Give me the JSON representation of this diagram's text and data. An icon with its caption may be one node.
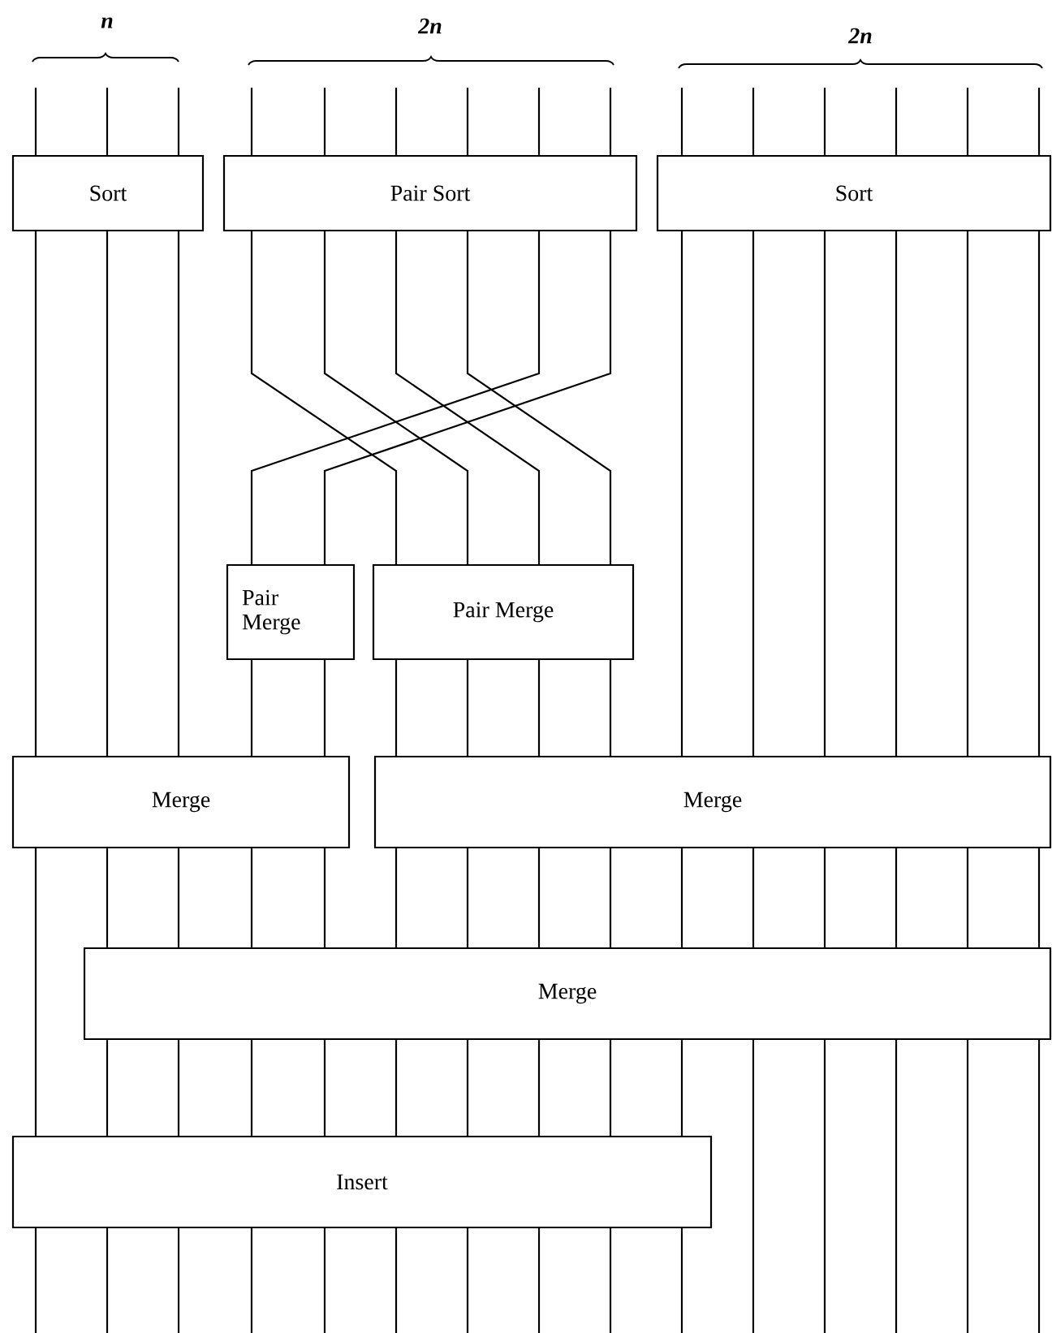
{
  "diagram": {
    "nodes": [
      {
        "text": [
          "Sort"
        ]
      },
      {
        "text": [
          "Pair Sort"
        ]
      },
      {
        "text": [
          "Sort"
        ]
      },
      {
        "text": [
          "Pair Merge"
        ]
      },
      {
        "text": [
          "Pair Merge"
        ]
      },
      {
        "text": [
          "Merge"
        ]
      },
      {
        "text": [
          "Merge"
        ]
      },
      {
        "text": [
          "Merge"
        ]
      },
      {
        "text": [
          "Insert"
        ]
      }
    ],
    "edges": [
      {
        "from": null,
        "to": 0,
        "arrow": "none"
      },
      {
        "from": null,
        "to": 0,
        "arrow": "none"
      },
      {
        "from": null,
        "to": 0,
        "arrow": "none"
      },
      {
        "from": null,
        "to": 1,
        "arrow": "none"
      },
      {
        "from": null,
        "to": 1,
        "arrow": "none"
      },
      {
        "from": null,
        "to": 1,
        "arrow": "none"
      },
      {
        "from": null,
        "to": 1,
        "arrow": "none"
      },
      {
        "from": null,
        "to": 1,
        "arrow": "none"
      },
      {
        "from": null,
        "to": 1,
        "arrow": "none"
      },
      {
        "from": null,
        "to": 2,
        "arrow": "none"
      },
      {
        "from": null,
        "to": 2,
        "arrow": "none"
      },
      {
        "from": null,
        "to": 2,
        "arrow": "none"
      },
      {
        "from": null,
        "to": 2,
        "arrow": "none"
      },
      {
        "from": null,
        "to": 2,
        "arrow": "none"
      },
      {
        "from": null,
        "to": 2,
        "arrow": "none"
      },
      {
        "from": 0,
        "to": 5,
        "arrow": "none"
      },
      {
        "from": 0,
        "to": 5,
        "arrow": "none"
      },
      {
        "from": 0,
        "to": 5,
        "arrow": "none"
      },
      {
        "from": 1,
        "to": 3,
        "arrow": "none"
      },
      {
        "from": 1,
        "to": 3,
        "arrow": "none"
      },
      {
        "from": 1,
        "to": 4,
        "arrow": "none"
      },
      {
        "from": 1,
        "to": 4,
        "arrow": "none"
      },
      {
        "from": 1,
        "to": 4,
        "arrow": "none"
      },
      {
        "from": 1,
        "to": 4,
        "arrow": "none"
      },
      {
        "from": 3,
        "to": 5,
        "arrow": "none"
      },
      {
        "from": 3,
        "to": 5,
        "arrow": "none"
      },
      {
        "from": 4,
        "to": 6,
        "arrow": "none"
      },
      {
        "from": 4,
        "to": 6,
        "arrow": "none"
      },
      {
        "from": 4,
        "to": 6,
        "arrow": "none"
      },
      {
        "from": 4,
        "to": 6,
        "arrow": "none"
      },
      {
        "from": 2,
        "to": 6,
        "arrow": "none"
      },
      {
        "from": 2,
        "to": 6,
        "arrow": "none"
      },
      {
        "from": 2,
        "to": 6,
        "arrow": "none"
      },
      {
        "from": 2,
        "to": 6,
        "arrow": "none"
      },
      {
        "from": 2,
        "to": 6,
        "arrow": "none"
      },
      {
        "from": 2,
        "to": 6,
        "arrow": "none"
      },
      {
        "from": 5,
        "to": 8,
        "arrow": "none"
      },
      {
        "from": 5,
        "to": 7,
        "arrow": "none"
      },
      {
        "from": 5,
        "to": 7,
        "arrow": "none"
      },
      {
        "from": 5,
        "to": 7,
        "arrow": "none"
      },
      {
        "from": 5,
        "to": 7,
        "arrow": "none"
      },
      {
        "from": 6,
        "to": 7,
        "arrow": "none"
      },
      {
        "from": 6,
        "to": 7,
        "arrow": "none"
      },
      {
        "from": 6,
        "to": 7,
        "arrow": "none"
      },
      {
        "from": 6,
        "to": 7,
        "arrow": "none"
      },
      {
        "from": 6,
        "to": 7,
        "arrow": "none"
      },
      {
        "from": 6,
        "to": 7,
        "arrow": "none"
      },
      {
        "from": 6,
        "to": 7,
        "arrow": "none"
      },
      {
        "from": 6,
        "to": 7,
        "arrow": "none"
      },
      {
        "from": 6,
        "to": 7,
        "arrow": "none"
      },
      {
        "from": 6,
        "to": 7,
        "arrow": "none"
      },
      {
        "from": 7,
        "to": 8,
        "arrow": "none"
      },
      {
        "from": 7,
        "to": 8,
        "arrow": "none"
      },
      {
        "from": 7,
        "to": 8,
        "arrow": "none"
      },
      {
        "from": 7,
        "to": 8,
        "arrow": "none"
      },
      {
        "from": 7,
        "to": 8,
        "arrow": "none"
      },
      {
        "from": 7,
        "to": 8,
        "arrow": "none"
      },
      {
        "from": 7,
        "to": 8,
        "arrow": "none"
      },
      {
        "from": 7,
        "to": 8,
        "arrow": "none"
      },
      {
        "from": 7,
        "to": 8,
        "arrow": "none"
      },
      {
        "from": 7,
        "to": null,
        "arrow": "none"
      },
      {
        "from": 7,
        "to": null,
        "arrow": "none"
      },
      {
        "from": 7,
        "to": null,
        "arrow": "none"
      },
      {
        "from": 7,
        "to": null,
        "arrow": "none"
      },
      {
        "from": 7,
        "to": null,
        "arrow": "none"
      },
      {
        "from": 8,
        "to": null,
        "arrow": "none"
      },
      {
        "from": 8,
        "to": null,
        "arrow": "none"
      },
      {
        "from": 8,
        "to": null,
        "arrow": "none"
      },
      {
        "from": 8,
        "to": null,
        "arrow": "none"
      },
      {
        "from": 8,
        "to": null,
        "arrow": "none"
      },
      {
        "from": 8,
        "to": null,
        "arrow": "none"
      },
      {
        "from": 8,
        "to": null,
        "arrow": "none"
      },
      {
        "from": 8,
        "to": null,
        "arrow": "none"
      },
      {
        "from": 8,
        "to": null,
        "arrow": "none"
      },
      {
        "from": 8,
        "to": null,
        "arrow": "none"
      }
    ],
    "labels": [
      "n",
      "2n",
      "2n"
    ]
  }
}
